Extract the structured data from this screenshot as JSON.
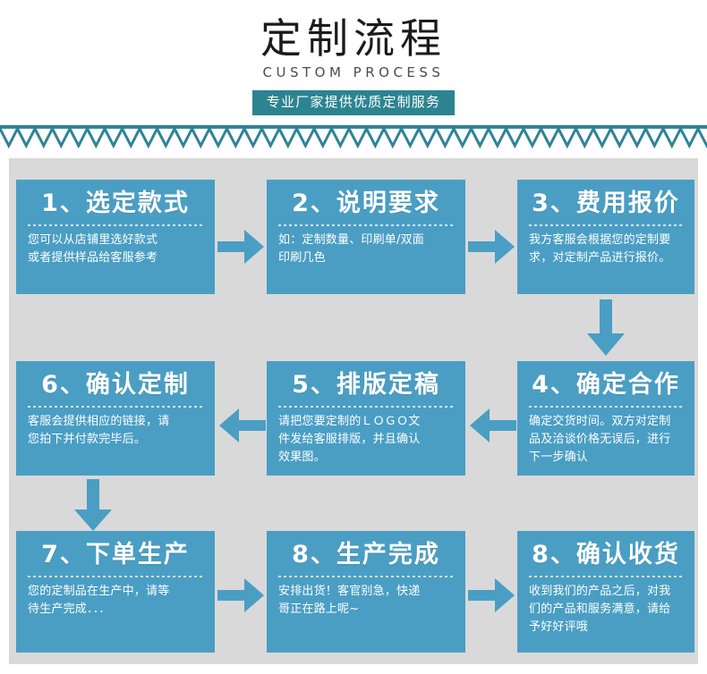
{
  "header": {
    "title": "定制流程",
    "subtitle": "CUSTOM PROCESS",
    "badge": "专业厂家提供优质定制服务"
  },
  "colors": {
    "box_blue": "#4a9ec4",
    "badge_teal": "#2c8490",
    "panel_gray": "#d9d9d9",
    "zigzag_teal": "#2f8496",
    "arrow_blue": "#4a9ec4",
    "title_black": "#1b1b1b"
  },
  "steps": [
    {
      "id": "step-1",
      "heading": "1、选定款式",
      "lines": [
        "您可以从店铺里选好款式",
        "或者提供样品给客服参考"
      ]
    },
    {
      "id": "step-2",
      "heading": "2、说明要求",
      "lines": [
        "如：定制数量、印刷单/双面",
        "印刷几色"
      ]
    },
    {
      "id": "step-3",
      "heading": "3、费用报价",
      "lines": [
        "我方客服会根据您的定制要",
        "求，对定制产品进行报价。"
      ]
    },
    {
      "id": "step-4",
      "heading": "4、确定合作",
      "lines": [
        "确定交货时间。双方对定制",
        "品及洽谈价格无误后，进行",
        "下一步确认"
      ]
    },
    {
      "id": "step-5",
      "heading": "5、排版定稿",
      "lines": [
        "请把您要定制的ＬＯＧＯ文",
        "件发给客服排版，并且确认",
        "效果图。"
      ]
    },
    {
      "id": "step-6",
      "heading": "6、确认定制",
      "lines": [
        "客服会提供相应的链接，请",
        "您拍下并付款完毕后。"
      ]
    },
    {
      "id": "step-7",
      "heading": "7、下单生产",
      "lines": [
        "您的定制品在生产中，请等",
        "待生产完成．．．"
      ]
    },
    {
      "id": "step-8",
      "heading": "8、生产完成",
      "lines": [
        "安排出货！客官别急，快递",
        "哥正在路上呢~"
      ]
    },
    {
      "id": "step-9",
      "heading": "8、确认收货",
      "lines": [
        "收到我们的产品之后，对我",
        "们的产品和服务满意，请给",
        "予好好评哦"
      ]
    }
  ],
  "arrows": [
    {
      "id": "arrow-1-to-2",
      "direction": "right"
    },
    {
      "id": "arrow-2-to-3",
      "direction": "right"
    },
    {
      "id": "arrow-3-to-4",
      "direction": "down"
    },
    {
      "id": "arrow-4-to-5",
      "direction": "left"
    },
    {
      "id": "arrow-5-to-6",
      "direction": "left"
    },
    {
      "id": "arrow-6-to-7",
      "direction": "down"
    },
    {
      "id": "arrow-7-to-8",
      "direction": "right"
    },
    {
      "id": "arrow-8-to-9",
      "direction": "right"
    }
  ]
}
